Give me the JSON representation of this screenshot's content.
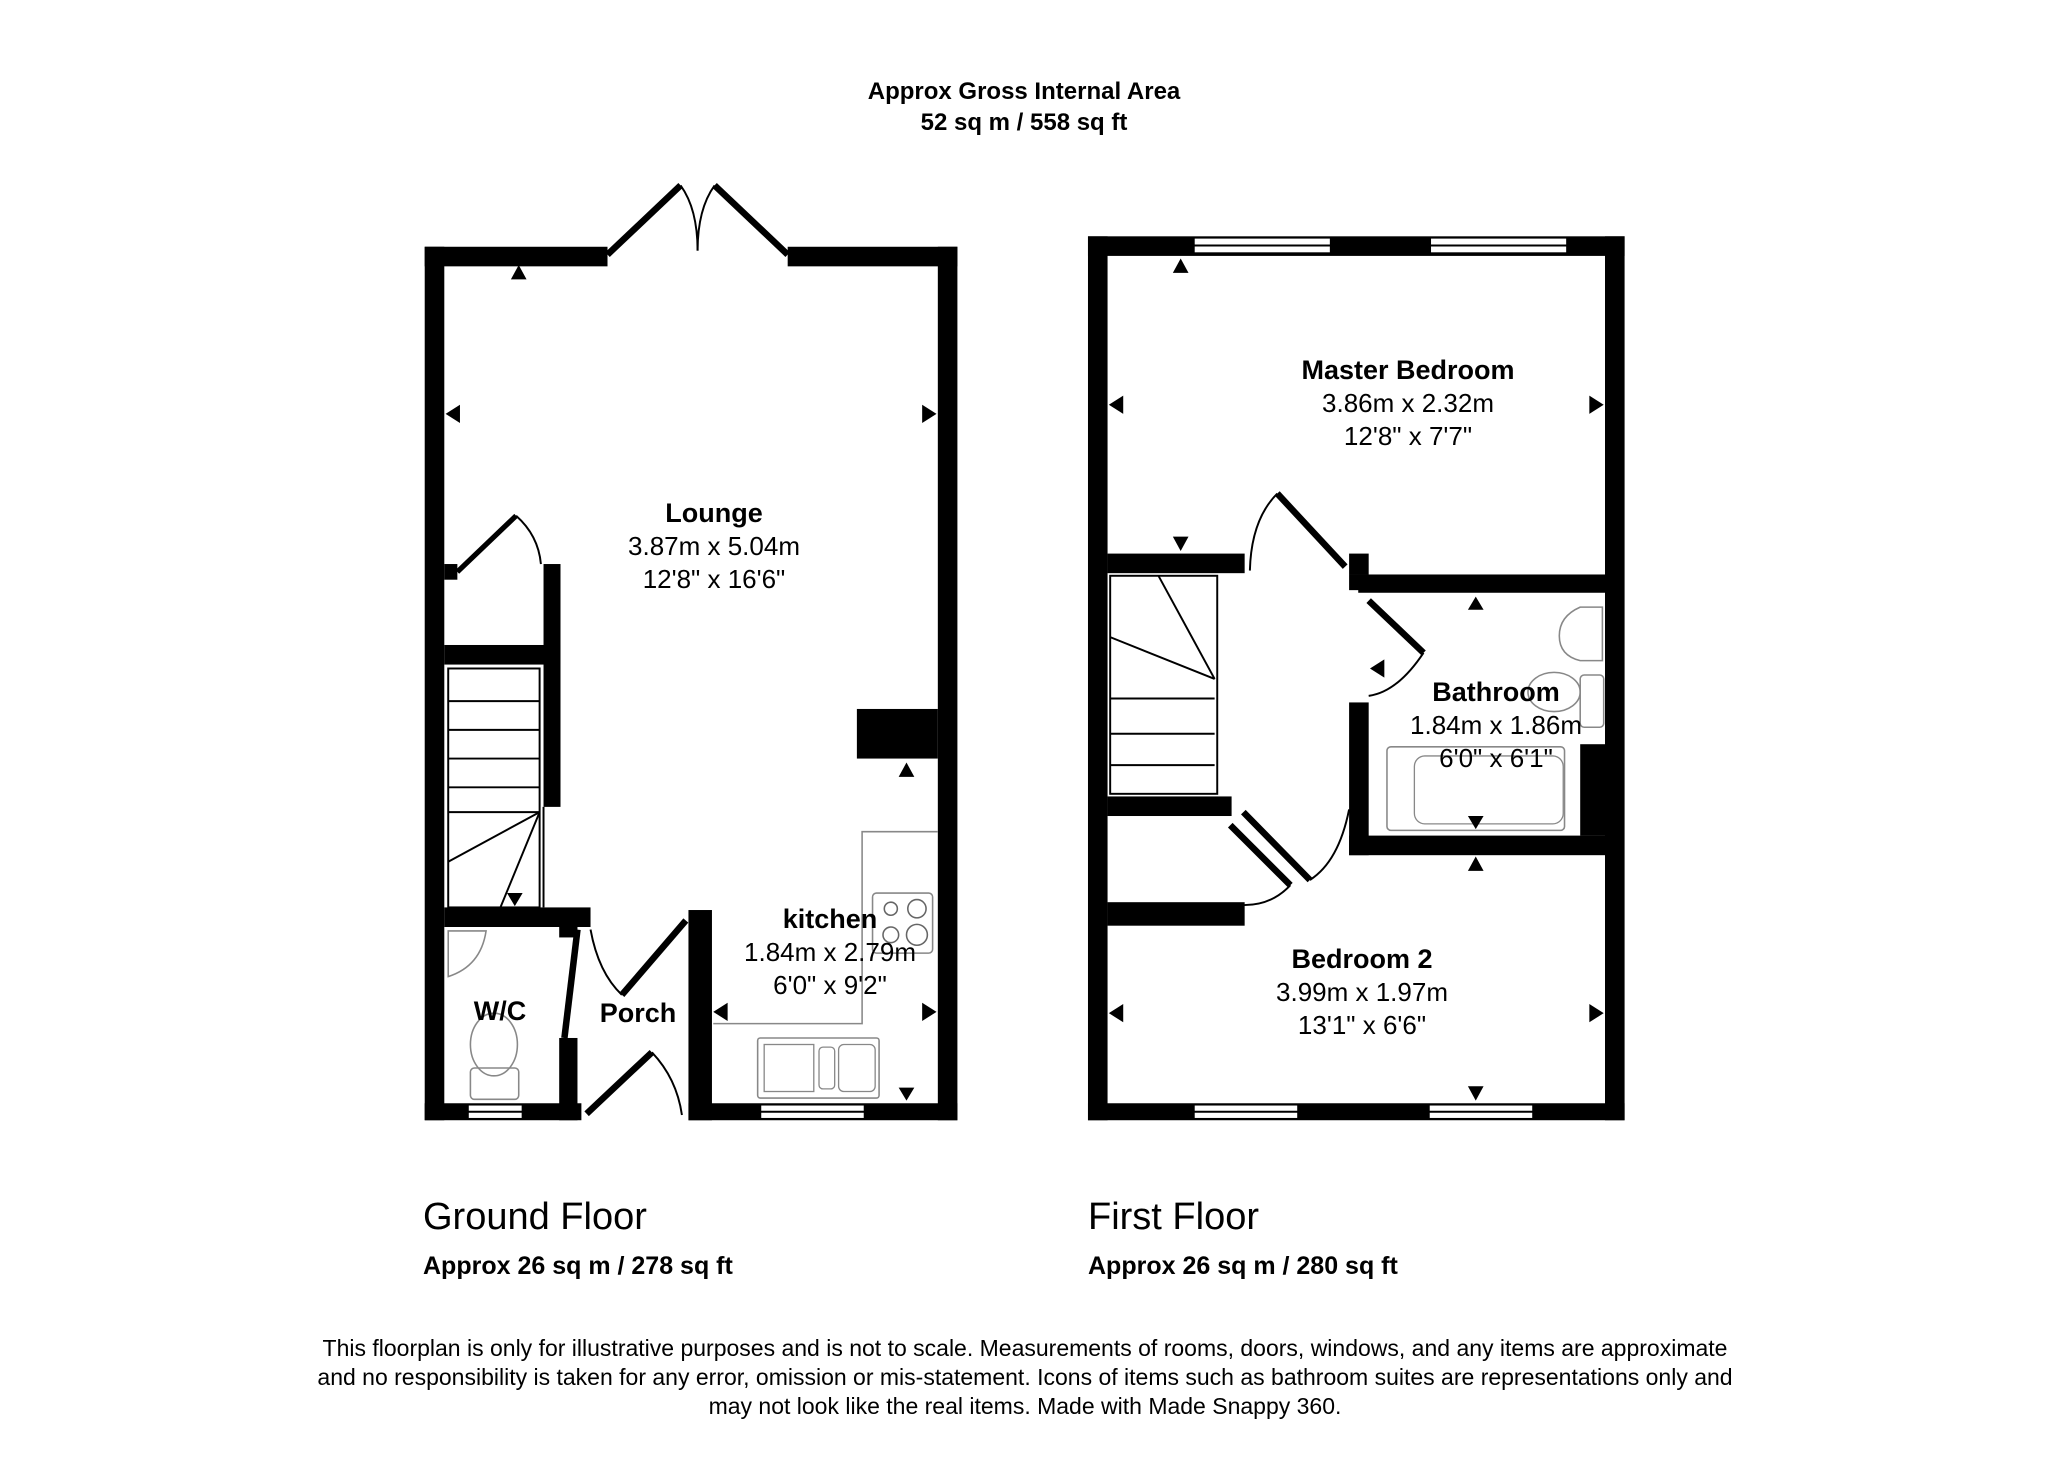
{
  "header": {
    "title": "Approx Gross Internal Area",
    "total_area": "52 sq m / 558 sq ft"
  },
  "floors": [
    {
      "name": "Ground Floor",
      "area": "Approx 26 sq m / 278 sq ft",
      "rooms": [
        {
          "name": "Lounge",
          "metric": "3.87m x 5.04m",
          "imperial": "12'8\" x 16'6\""
        },
        {
          "name": "kitchen",
          "metric": "1.84m x 2.79m",
          "imperial": "6'0\" x 9'2\""
        },
        {
          "name": "W/C",
          "metric": "",
          "imperial": ""
        },
        {
          "name": "Porch",
          "metric": "",
          "imperial": ""
        }
      ]
    },
    {
      "name": "First Floor",
      "area": "Approx 26 sq m / 280 sq ft",
      "rooms": [
        {
          "name": "Master Bedroom",
          "metric": "3.86m x 2.32m",
          "imperial": "12'8\" x 7'7\""
        },
        {
          "name": "Bathroom",
          "metric": "1.84m x 1.86m",
          "imperial": "6'0\" x 6'1\""
        },
        {
          "name": "Bedroom 2",
          "metric": "3.99m x 1.97m",
          "imperial": "13'1\" x 6'6\""
        }
      ]
    }
  ],
  "disclaimer": {
    "line1": "This floorplan is only for illustrative purposes and is not to scale. Measurements of rooms, doors, windows, and any items are approximate",
    "line2": "and no responsibility is taken for any error, omission or mis-statement. Icons of items such as bathroom suites are representations only and",
    "line3": "may not look like the real items. Made with Made Snappy 360."
  },
  "colors": {
    "wall": "#000000",
    "fixture": "#888888",
    "background": "#ffffff"
  }
}
